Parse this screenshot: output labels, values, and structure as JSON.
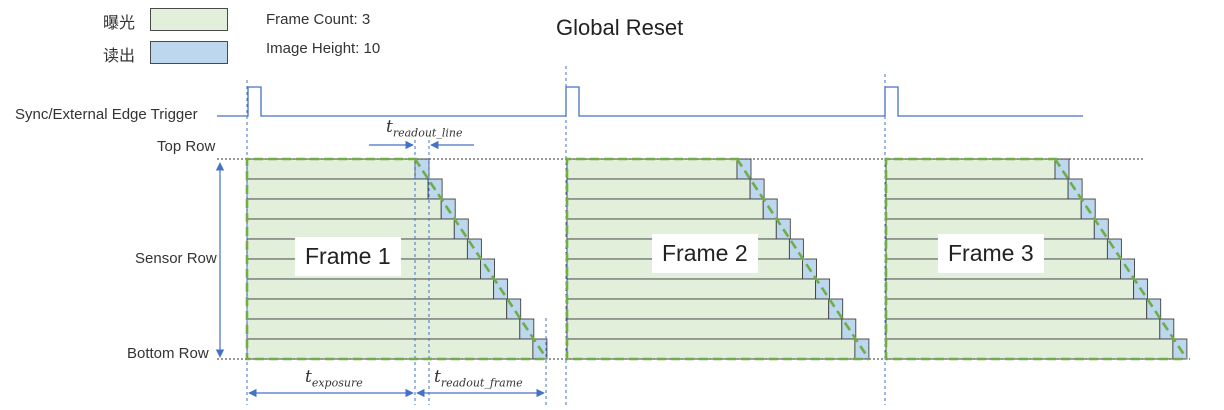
{
  "legend": {
    "exposure_label": "曝光",
    "readout_label": "读出",
    "exposure_color": "#e2efda",
    "readout_color": "#bdd7ee"
  },
  "info": {
    "frame_count": "Frame Count: 3",
    "image_height": "Image Height: 10"
  },
  "title": "Global Reset",
  "labels": {
    "trigger": "Sync/External Edge Trigger",
    "top_row": "Top Row",
    "sensor_row": "Sensor Row",
    "bottom_row": "Bottom Row"
  },
  "timing": {
    "t_symbol": "t",
    "readout_line": "readout_line",
    "exposure": "exposure",
    "readout_frame": "readout_frame"
  },
  "frames": [
    {
      "label": "Frame 1"
    },
    {
      "label": "Frame 2"
    },
    {
      "label": "Frame 3"
    }
  ],
  "rows_per_frame": 10,
  "colors": {
    "line": "#4472c4",
    "border_dash": "#70ad47",
    "cell_border": "#404040"
  }
}
